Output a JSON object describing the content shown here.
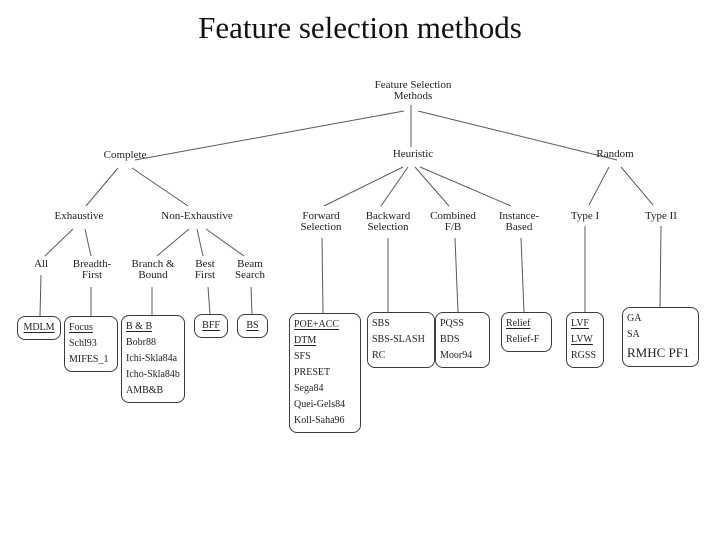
{
  "title": "Feature selection methods",
  "tree": {
    "root": {
      "line1": "Feature Selection",
      "line2": "Methods"
    },
    "level1": {
      "complete": "Complete",
      "heuristic": "Heuristic",
      "random": "Random"
    },
    "level2": {
      "exhaustive": "Exhaustive",
      "non_exhaustive": "Non-Exhaustive",
      "forward_selection": {
        "line1": "Forward",
        "line2": "Selection"
      },
      "backward_selection": {
        "line1": "Backward",
        "line2": "Selection"
      },
      "combined_fb": {
        "line1": "Combined",
        "line2": "F/B"
      },
      "instance_based": {
        "line1": "Instance-",
        "line2": "Based"
      },
      "type_i": "Type I",
      "type_ii": "Type II"
    },
    "level3": {
      "all": "All",
      "breadth_first": {
        "line1": "Breadth-",
        "line2": "First"
      },
      "branch_bound": {
        "line1": "Branch &",
        "line2": "Bound"
      },
      "best_first": {
        "line1": "Best",
        "line2": "First"
      },
      "beam_search": {
        "line1": "Beam",
        "line2": "Search"
      }
    },
    "leaf_boxes": {
      "mdlm": [
        "MDLM"
      ],
      "focus": [
        "Focus",
        "Schl93",
        "MIFES_1"
      ],
      "branch_bound": [
        "B & B",
        "Bobr88",
        "Ichi-Skla84a",
        "Icho-Skla84b",
        "AMB&B"
      ],
      "bff": [
        "BFF"
      ],
      "bs": [
        "BS"
      ],
      "forward": [
        "POE+ACC",
        "DTM",
        "SFS",
        "PRESET",
        "Sega84",
        "Quei-Gels84",
        "Koll-Saha96"
      ],
      "backward": [
        "SBS",
        "SBS-SLASH",
        "RC"
      ],
      "combined": [
        "PQSS",
        "BDS",
        "Moor94"
      ],
      "instance": [
        "Relief",
        "Relief-F"
      ],
      "type_i": [
        "LVF",
        "LVW",
        "RGSS"
      ],
      "type_ii": [
        "GA",
        "SA",
        "RMHC PF1"
      ]
    }
  },
  "colors": {
    "background": "#ffffff",
    "text": "#1c1c1c",
    "line": "#5a5a5a",
    "box_border": "#3c3c3c"
  }
}
